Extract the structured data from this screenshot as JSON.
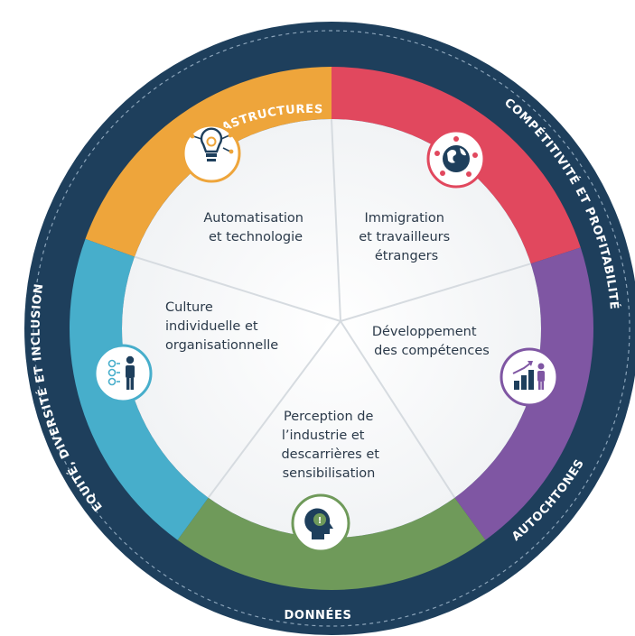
{
  "colors": {
    "navy": "#1e3f5c",
    "orange": "#eea53b",
    "red": "#e1485e",
    "purple": "#7f56a3",
    "green": "#6f9a5a",
    "blue": "#47aecb",
    "label_text": "#2b3a4a"
  },
  "outer_ring": {
    "top": "INFRASTRUCTURES",
    "top_right": "COMPÉTITIVITÉ ET PROFITABILITÉ",
    "right": "AUTOCHTONES",
    "bottom": "DONNÉES",
    "left": "EQUITÉ, DIVERSITÉ ET INCLUSION"
  },
  "segments": [
    {
      "key": "automatisation",
      "color": "orange",
      "icon": "lightbulb-gear-icon",
      "lines": [
        "Automatisation",
        "et technologie"
      ]
    },
    {
      "key": "immigration",
      "color": "red",
      "icon": "globe-network-icon",
      "lines": [
        "Immigration",
        "et travailleurs",
        "étrangers"
      ]
    },
    {
      "key": "developpement",
      "color": "purple",
      "icon": "growth-chart-person-icon",
      "lines": [
        "Développement",
        "des compétences"
      ]
    },
    {
      "key": "perception",
      "color": "green",
      "icon": "head-idea-icon",
      "lines": [
        "Perception de",
        "l’industrie et",
        "descarrières et",
        "sensibilisation"
      ]
    },
    {
      "key": "culture",
      "color": "blue",
      "icon": "checklist-person-icon",
      "lines": [
        "Culture",
        "individuelle et",
        "organisationnelle"
      ]
    }
  ]
}
